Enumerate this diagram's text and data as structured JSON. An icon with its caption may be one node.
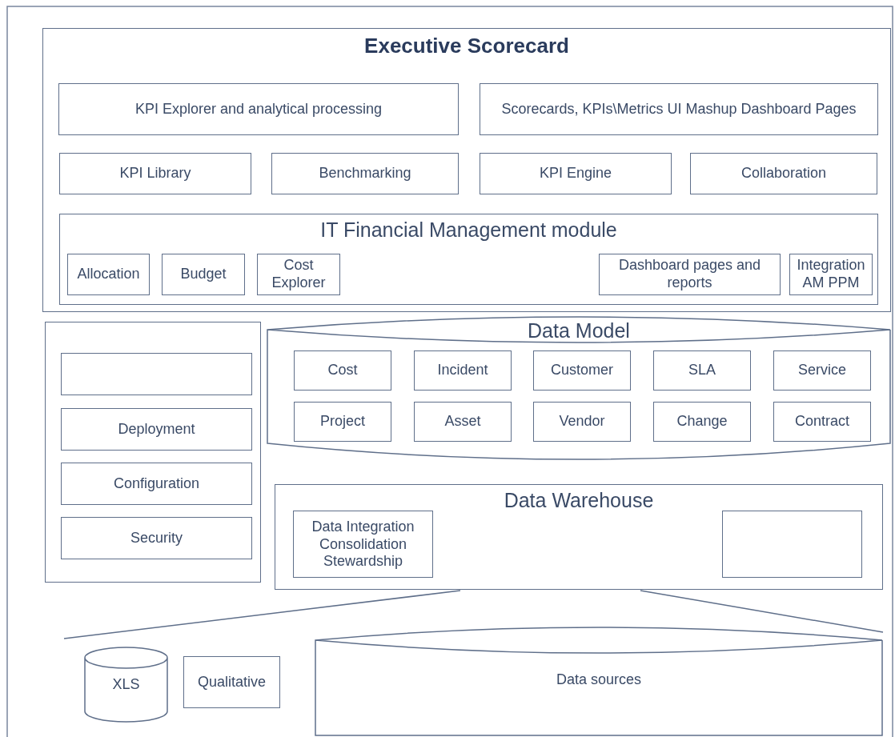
{
  "diagram": {
    "nodes": [
      {
        "text": [
          "Executive Scorecard"
        ]
      },
      {
        "text": [
          "KPI Explorer and analytical processing"
        ],
        "in": 0
      },
      {
        "text": [
          "Scorecards, KPIs\\Metrics UI Mashup Dashboard Pages"
        ],
        "in": 0
      },
      {
        "text": [
          "KPI Library"
        ],
        "in": 0
      },
      {
        "text": [
          "Benchmarking"
        ],
        "in": 0
      },
      {
        "text": [
          "KPI Engine"
        ],
        "in": 0
      },
      {
        "text": [
          "Collaboration"
        ],
        "in": 0
      },
      {
        "text": [
          "IT Financial Management module"
        ],
        "in": 0
      },
      {
        "text": [
          "Allocation"
        ],
        "in": 7
      },
      {
        "text": [
          "Budget"
        ],
        "in": 7
      },
      {
        "text": [
          "Cost Explorer"
        ],
        "in": 7
      },
      {
        "text": [
          "Dashboard pages and reports"
        ],
        "in": 7
      },
      {
        "text": [
          "Integration AM PPM"
        ],
        "in": 7
      },
      {
        "text": [],
        "shape": "box"
      },
      {
        "text": [],
        "shape": "box",
        "in": 13
      },
      {
        "text": [
          "Deployment"
        ],
        "in": 13
      },
      {
        "text": [
          "Configuration"
        ],
        "in": 13
      },
      {
        "text": [
          "Security"
        ],
        "in": 13
      },
      {
        "text": [
          "Data Model"
        ]
      },
      {
        "text": [
          "Cost"
        ],
        "in": 18
      },
      {
        "text": [
          "Incident"
        ],
        "in": 18
      },
      {
        "text": [
          "Customer"
        ],
        "in": 18
      },
      {
        "text": [
          "SLA"
        ],
        "in": 18
      },
      {
        "text": [
          "Service"
        ],
        "in": 18
      },
      {
        "text": [
          "Project"
        ],
        "in": 18
      },
      {
        "text": [
          "Asset"
        ],
        "in": 18
      },
      {
        "text": [
          "Vendor"
        ],
        "in": 18
      },
      {
        "text": [
          "Change"
        ],
        "in": 18
      },
      {
        "text": [
          "Contract"
        ],
        "in": 18
      },
      {
        "text": [
          "Data Warehouse"
        ]
      },
      {
        "text": [
          "Data Integration Consolidation Stewardship"
        ],
        "in": 29
      },
      {
        "text": [],
        "shape": "box",
        "in": 29
      },
      {
        "text": [
          "XLS"
        ]
      },
      {
        "text": [
          "Qualitative"
        ]
      },
      {
        "text": [
          "Data sources"
        ]
      }
    ]
  }
}
